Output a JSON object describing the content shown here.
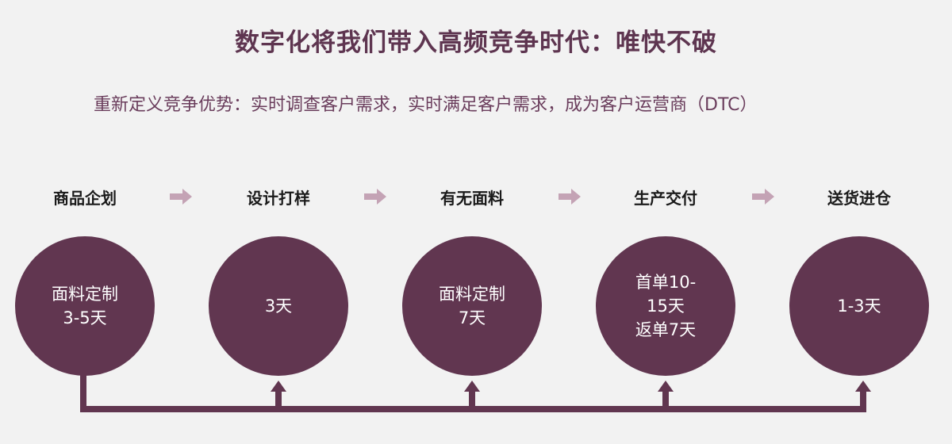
{
  "title": "数字化将我们带入高频竞争时代：唯快不破",
  "subtitle": "重新定义竞争优势：实时调查客户需求，实时满足客户需求，成为客户运营商（DTC）",
  "steps": [
    {
      "label": "商品企划",
      "detail": "面料定制\n3-5天"
    },
    {
      "label": "设计打样",
      "detail": "3天"
    },
    {
      "label": "有无面料",
      "detail": "面料定制\n7天"
    },
    {
      "label": "生产交付",
      "detail": "首单10-\n15天\n返单7天"
    },
    {
      "label": "送货进仓",
      "detail": "1-3天"
    }
  ],
  "colors": {
    "accent": "#613650",
    "arrow": "#c4a3b5",
    "title": "#5e3550",
    "background": "#f2f2f2"
  }
}
